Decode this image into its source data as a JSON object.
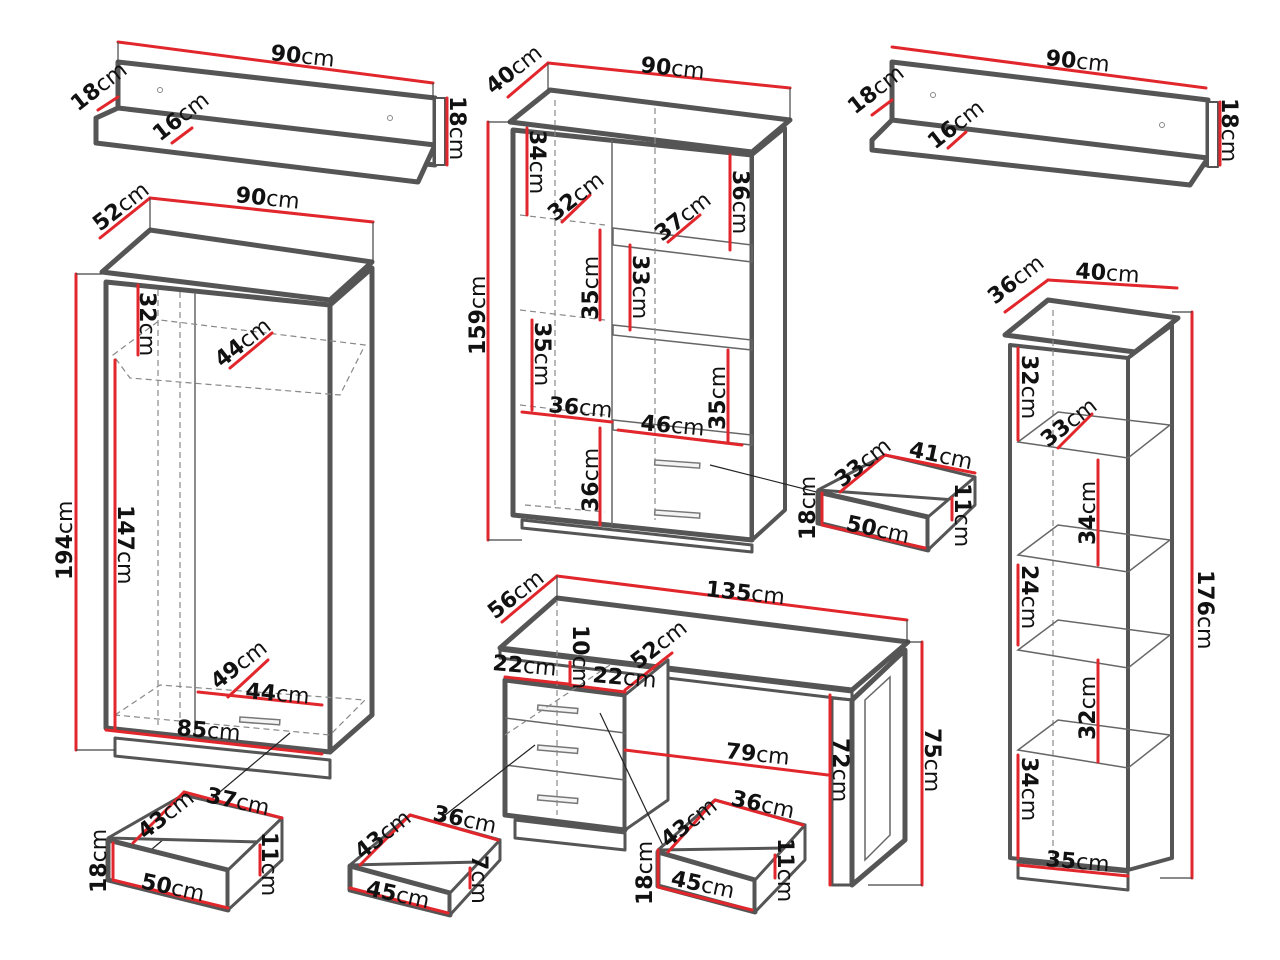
{
  "title": "Furniture set dimensions",
  "unit": "cm",
  "colors": {
    "dimension_line": "#e1262c",
    "outline": "#555555",
    "label": "#111111"
  },
  "shelf_left": {
    "width": "90",
    "depth": "18",
    "shelf_depth": "16",
    "height": "18"
  },
  "shelf_right": {
    "width": "90",
    "depth": "18",
    "shelf_depth": "16",
    "height": "18"
  },
  "wardrobe": {
    "width": "90",
    "depth": "52",
    "height": "194",
    "top_compartment_height": "32",
    "top_shelf_depth": "44",
    "hanging_height": "147",
    "bottom_depth": "49",
    "bottom_width_inner": "44",
    "bottom_width": "85",
    "drawer": {
      "depth": "43",
      "inner_width": "37",
      "height_front": "18",
      "front_width": "50",
      "side_height": "11"
    }
  },
  "bookcase": {
    "width": "90",
    "depth": "40",
    "height": "159",
    "left": {
      "top_height": "34",
      "top_depth": "32",
      "mid_height": "35",
      "lower_height": "35",
      "shelf_width": "36",
      "bottom_height": "36"
    },
    "right": {
      "top_height": "36",
      "top_depth": "37",
      "mid_height": "33",
      "lower_height": "35",
      "shelf_width": "46"
    },
    "drawer": {
      "depth": "33",
      "inner_width": "41",
      "height_front": "18",
      "front_width": "50",
      "side_height": "11"
    }
  },
  "tall_shelf": {
    "width": "40",
    "depth": "36",
    "height": "176",
    "shelves": {
      "h1": "32",
      "d1": "33",
      "h2": "34",
      "h3": "24",
      "h4": "32",
      "h5": "34",
      "bottom_width": "35"
    }
  },
  "desk": {
    "width": "135",
    "depth": "56",
    "height": "75",
    "leg_height": "72",
    "knee_width": "79",
    "cabinet_width_left": "22",
    "cabinet_width_right": "22",
    "top_drawer_height": "10",
    "cabinet_depth": "52",
    "drawer_small": {
      "depth": "43",
      "inner_width": "36",
      "front_width": "45",
      "side_height": "7"
    },
    "drawer_large": {
      "depth": "43",
      "inner_width": "36",
      "height_front": "18",
      "front_width": "45",
      "side_height": "11"
    }
  }
}
